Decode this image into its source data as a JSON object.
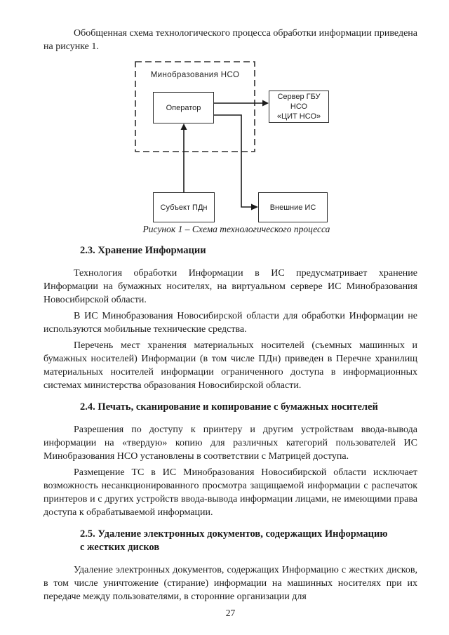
{
  "intro_paragraph": "Обобщенная схема технологического процесса обработки информации приведена на рисунке 1.",
  "diagram": {
    "group_label": "Минобразования НСО",
    "nodes": {
      "operator": "Оператор",
      "server_line1": "Сервер ГБУ НСО",
      "server_line2": "«ЦИТ НСО»",
      "subject": "Субъект ПДн",
      "external": "Внешние ИС"
    },
    "caption": "Рисунок 1 – Схема технологического процесса"
  },
  "sections": [
    {
      "heading": "2.3. Хранение Информации",
      "paragraphs": [
        "Технология обработки Информации в ИС предусматривает хранение Информации на бумажных носителях, на  виртуальном сервере ИС Минобразования Новосибирской области.",
        "В ИС Минобразования Новосибирской области для обработки Информации не используются мобильные технические средства.",
        "Перечень мест хранения материальных носителей (съемных машинных и бумажных носителей) Информации (в том числе ПДн) приведен в Перечне хранилищ материальных носителей информации ограниченного доступа в информационных системах министерства образования Новосибирской области."
      ]
    },
    {
      "heading": "2.4. Печать, сканирование и копирование с бумажных носителей",
      "paragraphs": [
        "Разрешения по доступу к принтеру и другим устройствам ввода-вывода информации на «твердую» копию для различных категорий пользователей ИС Минобразования НСО установлены в соответствии с Матрицей доступа.",
        "Размещение ТС в ИС Минобразования Новосибирской области исключает возможность несанкционированного просмотра защищаемой информации с распечаток принтеров и с других устройств ввода-вывода информации лицами, не имеющими права доступа к обрабатываемой информации."
      ]
    },
    {
      "heading": "2.5. Удаление электронных документов, содержащих Информацию с жестких дисков",
      "paragraphs": [
        "Удаление электронных документов, содержащих Информацию с жестких дисков, в том числе уничтожение (стирание) информации на машинных носителях при их передаче между пользователями, в сторонние организации для"
      ]
    }
  ],
  "page": {
    "number": "27"
  }
}
